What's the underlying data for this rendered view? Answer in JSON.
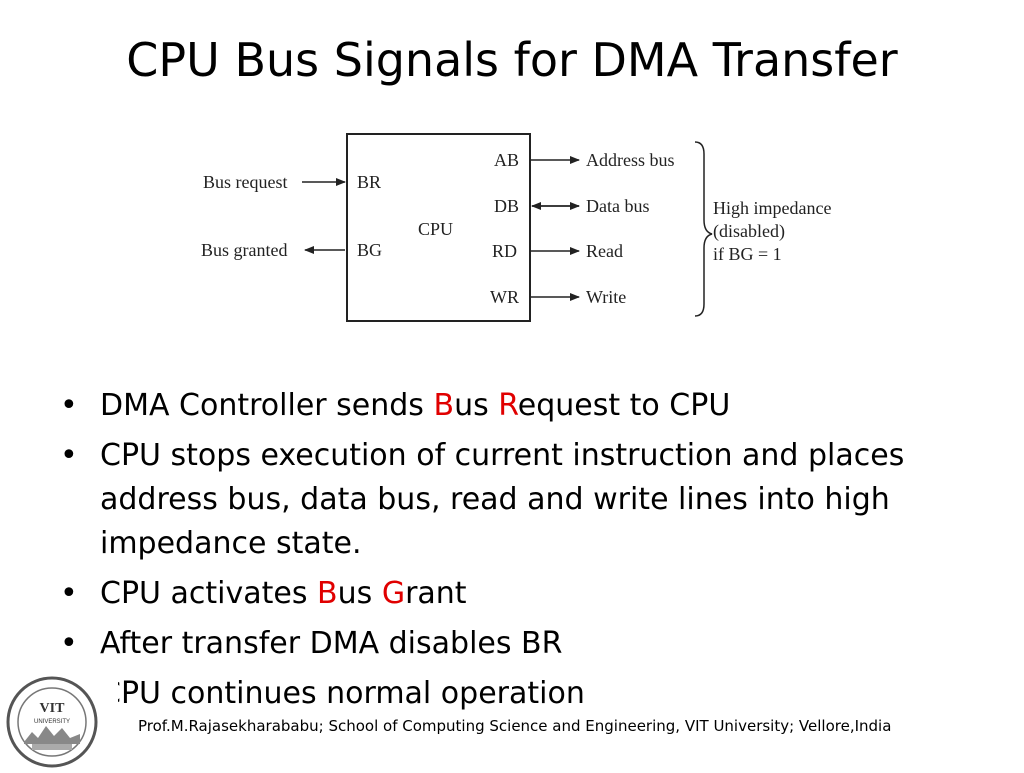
{
  "slide": {
    "title": "CPU Bus Signals for DMA Transfer"
  },
  "diagram": {
    "cpu_label": "CPU",
    "left_signals": [
      {
        "pin": "BR",
        "label": "Bus request"
      },
      {
        "pin": "BG",
        "label": "Bus granted"
      }
    ],
    "right_signals": [
      {
        "pin": "AB",
        "label": "Address bus"
      },
      {
        "pin": "DB",
        "label": "Data bus"
      },
      {
        "pin": "RD",
        "label": "Read"
      },
      {
        "pin": "WR",
        "label": "Write"
      }
    ],
    "note": [
      "High impedance",
      "(disabled)",
      "if BG = 1"
    ]
  },
  "bullets": [
    {
      "segments": [
        {
          "text": "DMA Controller sends "
        },
        {
          "text": "B",
          "red": true
        },
        {
          "text": "us "
        },
        {
          "text": "R",
          "red": true
        },
        {
          "text": "equest to CPU"
        }
      ]
    },
    {
      "segments": [
        {
          "text": "CPU stops execution of current instruction and places address bus, data bus, read and write lines into high impedance state."
        }
      ]
    },
    {
      "segments": [
        {
          "text": "CPU activates "
        },
        {
          "text": "B",
          "red": true
        },
        {
          "text": "us "
        },
        {
          "text": "G",
          "red": true
        },
        {
          "text": "rant"
        }
      ]
    },
    {
      "segments": [
        {
          "text": "After transfer DMA disables BR"
        }
      ]
    },
    {
      "segments": [
        {
          "text": "CPU continues normal operation"
        }
      ]
    }
  ],
  "logo": {
    "text": "VIT",
    "subtext": "UNIVERSITY"
  },
  "footer": {
    "text": "Prof.M.Rajasekharababu; School of Computing Science and Engineering, VIT University; Vellore,India"
  },
  "colors": {
    "accent_red": "#e00000"
  }
}
